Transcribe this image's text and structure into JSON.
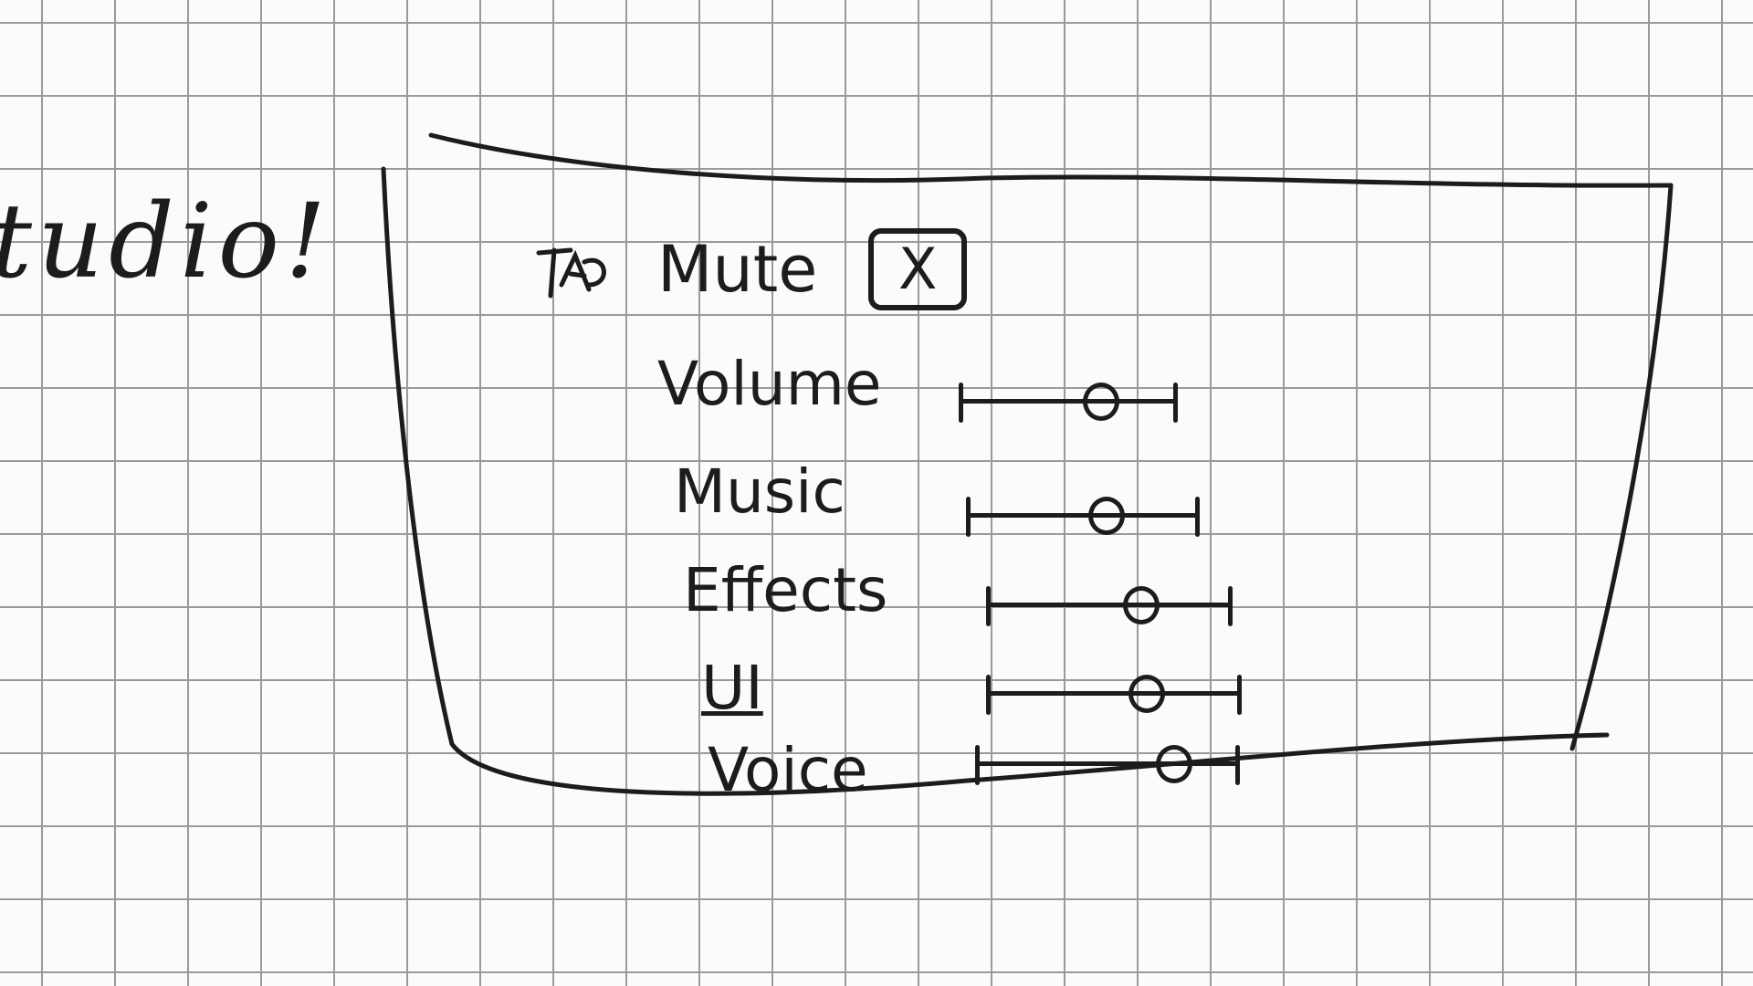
{
  "heading": {
    "text": "tudio!"
  },
  "panel": {
    "mute": {
      "label": "Mute",
      "checkbox_mark": "X",
      "checked": true
    },
    "settings": [
      {
        "label": "Volume",
        "value": 0.65
      },
      {
        "label": "Music",
        "value": 0.6
      },
      {
        "label": "Effects",
        "value": 0.63
      },
      {
        "label": "UI",
        "value": 0.63
      },
      {
        "label": "Voice",
        "value": 0.75
      }
    ]
  }
}
